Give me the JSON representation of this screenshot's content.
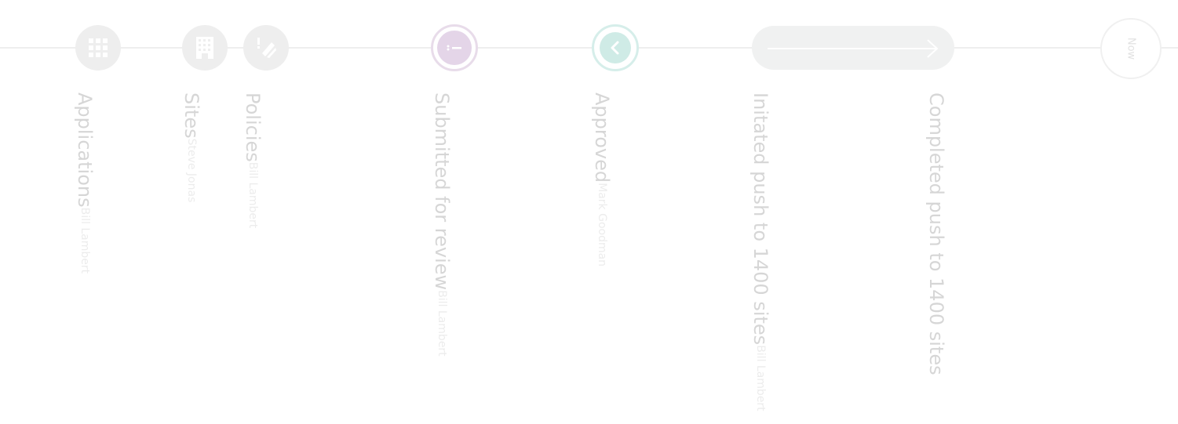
{
  "timeline": {
    "events": [
      {
        "id": "applications",
        "title": "Applications",
        "user": "Bill Lambert",
        "icon": "grid-icon"
      },
      {
        "id": "sites",
        "title": "Sites",
        "user": "Steve Jonas",
        "icon": "building-icon"
      },
      {
        "id": "policies",
        "title": "Policies",
        "user": "Bill Lambert",
        "icon": "policy-tools-icon"
      },
      {
        "id": "submitted",
        "title": "Submitted for review",
        "user": "Bill Lambert",
        "icon": "dots-dash-icon",
        "accent": "#e4d5e8"
      },
      {
        "id": "approved",
        "title": "Approved",
        "user": "Mark Goodman",
        "icon": "chevron-left-icon",
        "accent": "#cfebe6"
      },
      {
        "id": "initiated",
        "title": "Initated push to 1400 sites",
        "user": "Bill Lambert",
        "icon": "arrow-right-icon"
      },
      {
        "id": "completed",
        "title": "Completed push to 1400 sites",
        "user": ""
      }
    ],
    "now_label": "Now"
  },
  "colors": {
    "track": "#eeeeee",
    "node_grey": "#eeeeee",
    "title_text": "#d6d6d6",
    "sub_text": "#ececec"
  }
}
